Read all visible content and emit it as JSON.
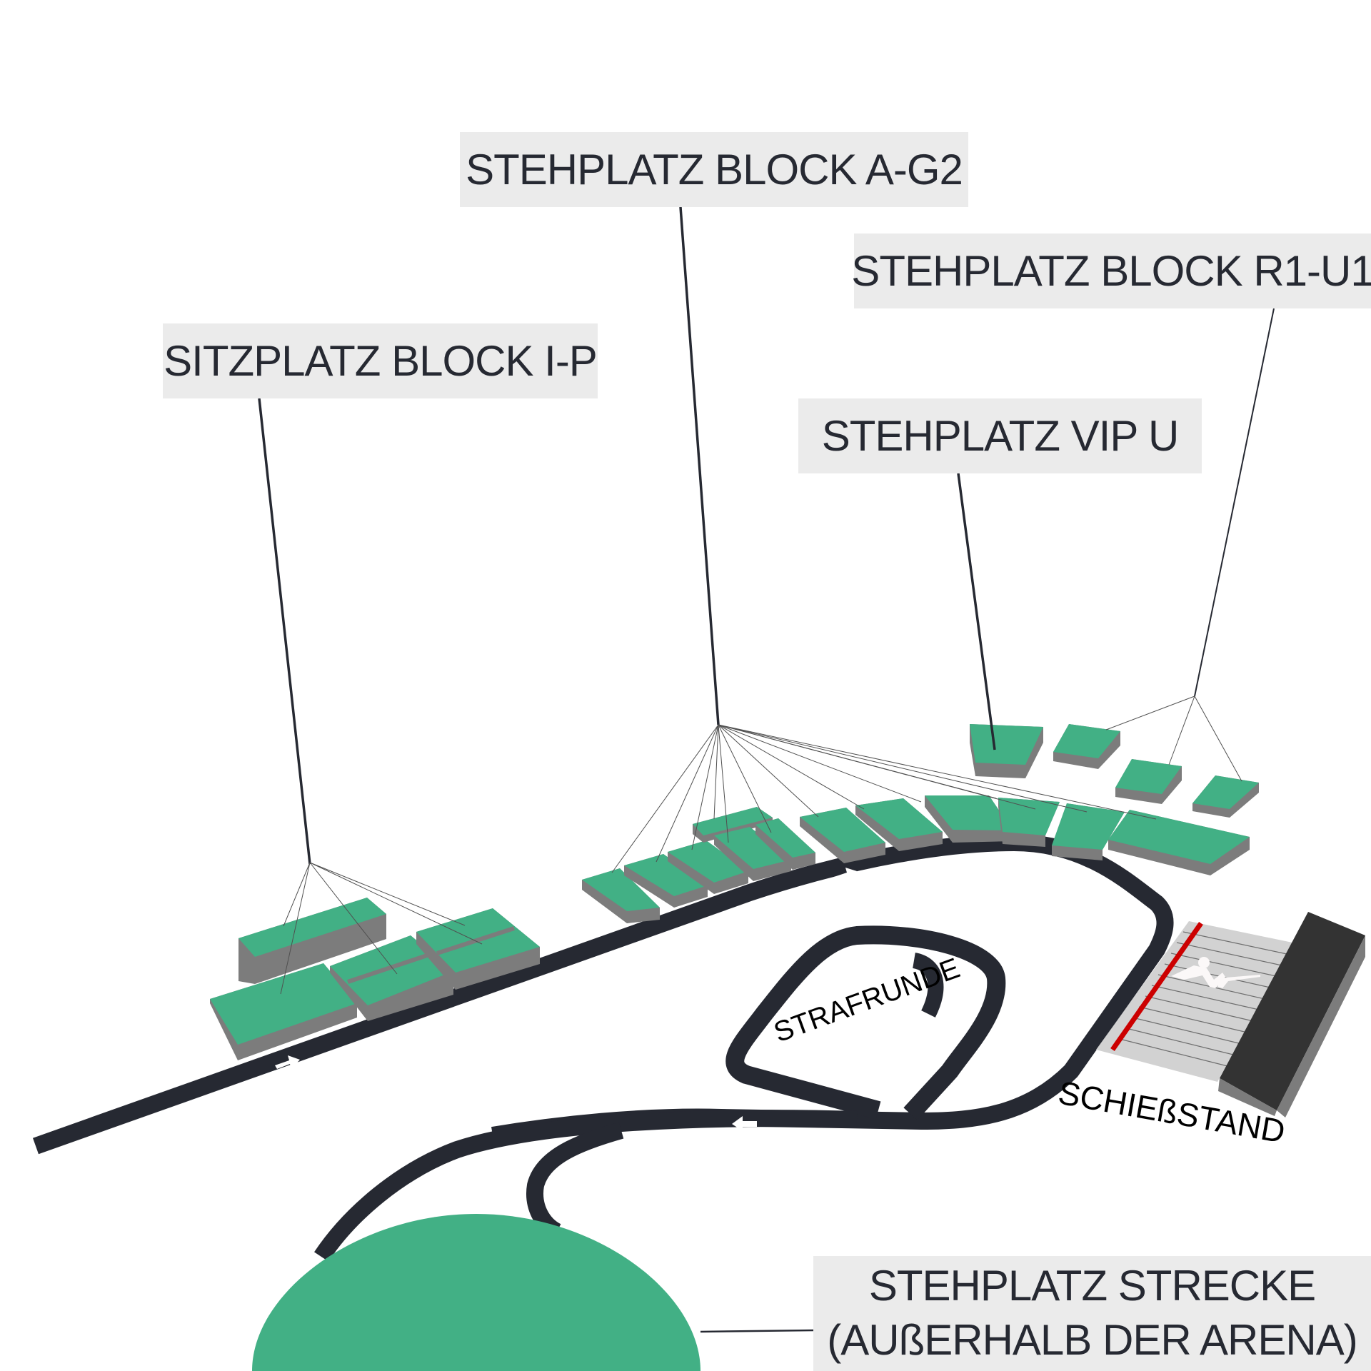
{
  "title": "Arena Lageplan",
  "colors": {
    "block_top": "#42b085",
    "block_side": "#7c7c7c",
    "track": "#262932",
    "label_bg": "#ebebeb",
    "label_text": "#262932",
    "range_floor": "#d2d2d2",
    "range_line": "#cc0000",
    "range_wall": "#333333"
  },
  "labels": {
    "sitzplatz": "SITZPLATZ BLOCK I-P",
    "stehplatz_a_g2": "STEHPLATZ BLOCK A-G2",
    "stehplatz_r1_u1": "STEHPLATZ BLOCK R1-U1",
    "stehplatz_vip": "STEHPLATZ VIP U",
    "stehplatz_strecke_line1": "STEHPLATZ STRECKE",
    "stehplatz_strecke_line2": "(AUßERHALB DER ARENA)"
  },
  "map_text": {
    "strafrunde": "STRAFRUNDE",
    "schiessstand": "SCHIEßSTAND"
  },
  "icons": {
    "shooter": "prone-shooter-icon",
    "direction": "arrow-icon"
  }
}
